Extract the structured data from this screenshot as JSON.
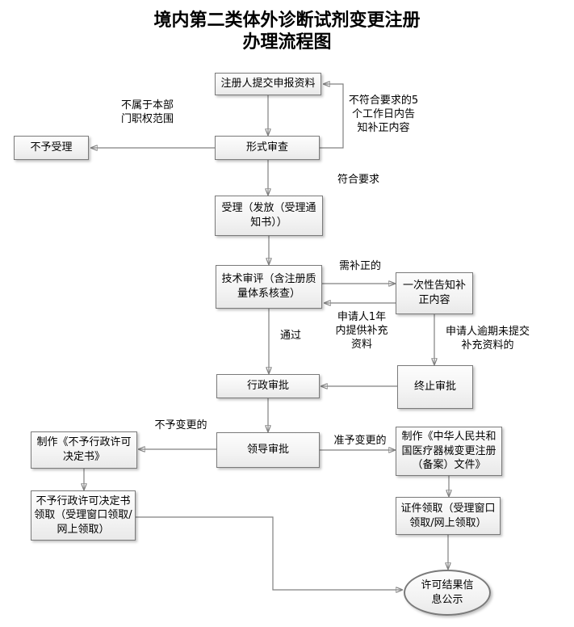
{
  "title": {
    "line1": "境内第二类体外诊断试剂变更注册",
    "line2": "办理流程图"
  },
  "nodes": {
    "submit_application": {
      "label": "注册人提交申报资料",
      "shape": "rect"
    },
    "formal_review": {
      "label": "形式审查",
      "shape": "rect"
    },
    "not_accepted": {
      "label": "不予受理",
      "shape": "rect"
    },
    "acceptance": {
      "label": "受理（发放（受理通知书））",
      "shape": "rect"
    },
    "technical_review": {
      "label": "技术审评（含注册质量体系核查）",
      "shape": "rect"
    },
    "one_time_correction_notice": {
      "label": "一次性告知补正内容",
      "shape": "rect"
    },
    "administrative_approval": {
      "label": "行政审批",
      "shape": "rect"
    },
    "terminate_approval": {
      "label": "终止审批",
      "shape": "rect"
    },
    "leader_approval": {
      "label": "领导审批",
      "shape": "rect"
    },
    "make_denial_decision": {
      "label": "制作《不予行政许可决定书》",
      "shape": "rect"
    },
    "make_change_certificate": {
      "label": "制作《中华人民共和国医疗器械变更注册（备案）文件》",
      "shape": "rect"
    },
    "denial_decision_pickup": {
      "label": "不予行政许可决定书领取（受理窗口领取/网上领取）",
      "shape": "rect"
    },
    "certificate_pickup": {
      "label": "证件领取（受理窗口领取/网上领取）",
      "shape": "rect"
    },
    "result_publicity": {
      "label": "许可结果信息公示",
      "shape": "ellipse"
    }
  },
  "edge_labels": {
    "out_of_authority": "不属于本部门职权范围",
    "not_meeting_requirements": "不符合要求的5个工作日内告知补正内容",
    "meets_requirements": "符合要求",
    "needs_correction": "需补正的",
    "supplement_within_one_year": "申请人1年内提供补充资料",
    "pass": "通过",
    "overdue_no_supplement": "申请人逾期未提交补充资料的",
    "change_denied": "不予变更的",
    "change_granted": "准予变更的"
  },
  "colors": {
    "background": "#ffffff",
    "box_border": "#7a7a7a",
    "box_fill_top": "#fdfdfd",
    "box_fill_bottom": "#e9e9e9",
    "arrow_line": "#808080",
    "arrow_head": "#595959",
    "text": "#000000"
  }
}
